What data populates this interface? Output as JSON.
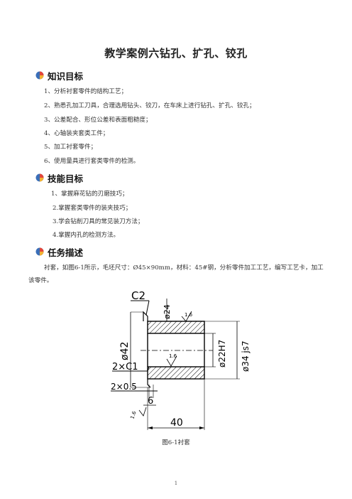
{
  "title": "教学案例六钻孔、扩孔、铰孔",
  "sections": {
    "knowledge": {
      "label": "知识目标",
      "items": [
        "1、分析衬套零件的结构工艺；",
        "2、熟悉孔加工刀具，合理选用钻头、铰刀，在车床上进行钻孔、扩孔、铰孔；",
        "3、公差配合、形位公差和表面粗糙度；",
        "4、心轴装夹套类工件；",
        "5、加工衬套零件；",
        "6、使用量具进行套类零件的检测。"
      ]
    },
    "skills": {
      "label": "技能目标",
      "items": [
        "1、掌握麻花钻的刃磨技巧；",
        "2.掌握套类零件的装夹技巧；",
        "3.学会钻削刀具的常见装刀方法；",
        "4.掌握内孔的检测方法。"
      ]
    },
    "task": {
      "label": "任务描述",
      "text": "衬套，如图6-1所示，毛坯尺寸：Ø45×90mm，材料：45#钢，分析零件加工工艺，编写工艺卡，加工该零件。"
    }
  },
  "drawing": {
    "dims": {
      "chamfer_top": "C2",
      "d24": "ø24",
      "rough_outer": "1.6",
      "rough_inner": "1.6",
      "d42": "ø42",
      "d22": "ø22H7",
      "d34": "ø34 js7",
      "chamfer_bottom": "2×C1",
      "groove": "2×0.5",
      "six": "6",
      "rough_end": "1.6",
      "length": "40"
    }
  },
  "caption": "图6-1衬套",
  "page_number": "1"
}
